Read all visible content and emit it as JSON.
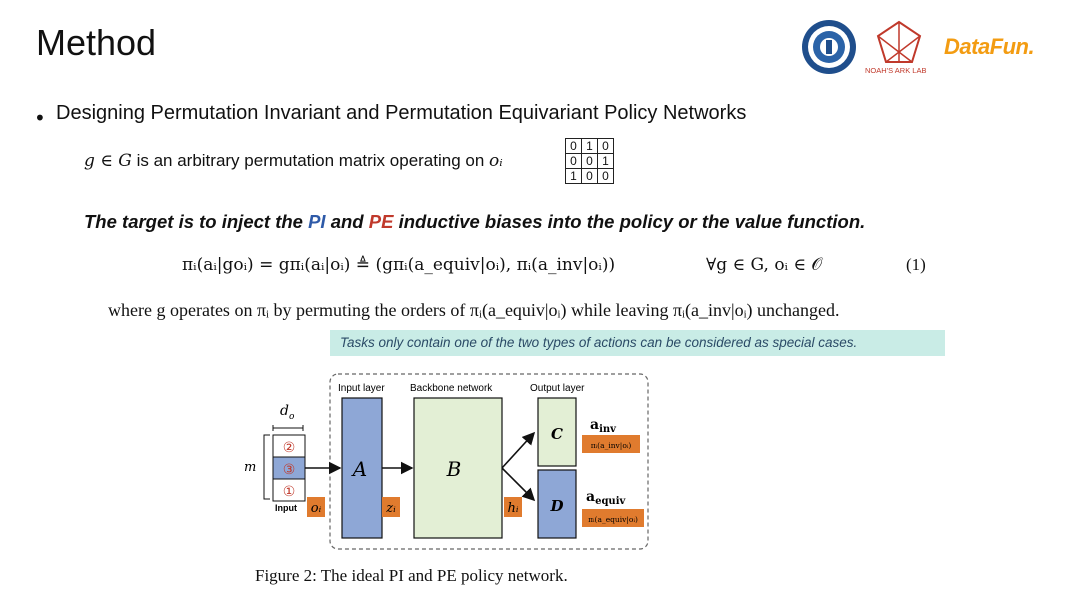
{
  "slide": {
    "title": "Method",
    "bullet": "Designing Permutation Invariant and Permutation Equivariant Policy Networks",
    "perm_sentence": {
      "math_prefix": "g ∈ G",
      "text": " is an arbitrary permutation matrix operating on ",
      "math_suffix": "oᵢ"
    },
    "perm_matrix": [
      [
        "0",
        "1",
        "0"
      ],
      [
        "0",
        "0",
        "1"
      ],
      [
        "1",
        "0",
        "0"
      ]
    ],
    "target": {
      "part1": "The target is to inject the ",
      "pi": "PI",
      "part2": " and ",
      "pe": "PE",
      "part3": " inductive biases into the policy or the value function."
    },
    "equation": {
      "lhs": "πᵢ(aᵢ|goᵢ) = gπᵢ(aᵢ|oᵢ) ≜ (gπᵢ(a_equiv|oᵢ), πᵢ(a_inv|oᵢ))",
      "condition": "∀g ∈ G, oᵢ ∈ 𝒪",
      "number": "(1)"
    },
    "where_text": "where g operates on πᵢ by permuting the orders of πᵢ(a_equiv|oᵢ) while leaving πᵢ(a_inv|oᵢ) unchanged.",
    "note": "Tasks only contain one of the two types of actions can be considered as special cases.",
    "caption": "Figure 2: The ideal PI and PE policy network."
  },
  "figure": {
    "layer_labels": {
      "input": "Input layer",
      "backbone": "Backbone network",
      "output": "Output layer"
    },
    "d_o": "d",
    "d_o_sub": "o",
    "m": "m",
    "input_rows": [
      "②",
      "③",
      "①"
    ],
    "input_label": "Input",
    "o_i": "oᵢ",
    "A": "A",
    "z_i": "zᵢ",
    "B": "B",
    "h_i": "hᵢ",
    "C": "C",
    "D": "D",
    "a_inv": "a",
    "a_inv_sub": "inv",
    "a_equiv": "a",
    "a_equiv_sub": "equiv",
    "pi_inv": "πᵢ(a_inv|oᵢ)",
    "pi_equiv": "πᵢ(a_equiv|oᵢ)"
  },
  "logos": {
    "university_seal": "university-seal",
    "noah_label": "NOAH'S ARK LAB",
    "datafun": "DataFun."
  },
  "colors": {
    "block_blue": "#8ea7d6",
    "block_green": "#e3efd5",
    "tag_orange": "#e07b2e",
    "note_bg": "#c9ece6",
    "pi_blue": "#2e5aa8",
    "pe_red": "#c0392b",
    "datafun_orange": "#f39c12"
  }
}
